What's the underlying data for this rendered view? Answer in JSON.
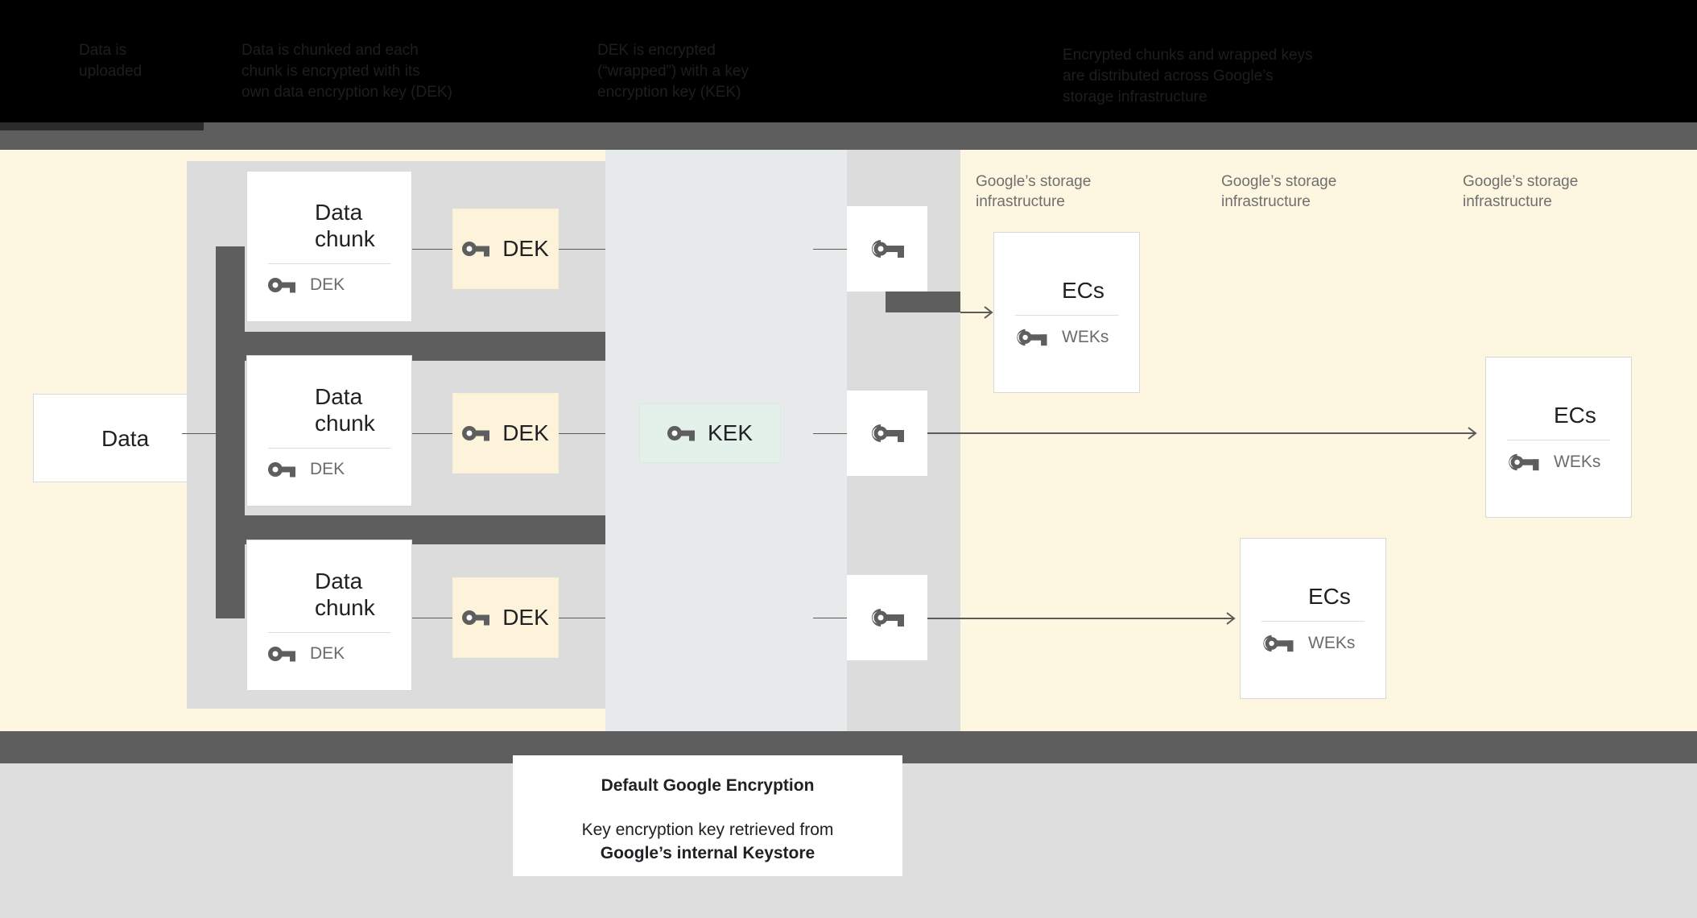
{
  "header": {
    "columns": [
      {
        "text": "Data is\nuploaded"
      },
      {
        "text": "Data is chunked and each\nchunk is encrypted with its\nown data encryption key (DEK)"
      },
      {
        "text": "DEK is encrypted\n(“wrapped”) with a key\nencryption key (KEK)"
      },
      {
        "text": "Encrypted chunks and wrapped keys\nare distributed across Google’s\nstorage infrastructure"
      }
    ]
  },
  "diagram": {
    "source_card": {
      "title": "Data",
      "icon": "server-stack-icon"
    },
    "chunk_cards": [
      {
        "title": "Data\nchunk",
        "sub": "DEK",
        "icon": "server-stack-icon",
        "key_icon": "key-icon"
      },
      {
        "title": "Data\nchunk",
        "sub": "DEK",
        "icon": "server-stack-icon",
        "key_icon": "key-icon"
      },
      {
        "title": "Data\nchunk",
        "sub": "DEK",
        "icon": "server-stack-icon",
        "key_icon": "key-icon"
      }
    ],
    "dek_chips": [
      {
        "label": "DEK",
        "icon": "key-icon"
      },
      {
        "label": "DEK",
        "icon": "key-icon"
      },
      {
        "label": "DEK",
        "icon": "key-icon"
      }
    ],
    "kek_chip": {
      "label": "KEK",
      "icon": "key-icon"
    },
    "wrapped_key_tiles": [
      {
        "icon": "wrapped-key-icon"
      },
      {
        "icon": "wrapped-key-icon"
      },
      {
        "icon": "wrapped-key-icon"
      }
    ],
    "storage_labels": [
      {
        "text": "Google’s storage\ninfrastructure"
      },
      {
        "text": "Google’s storage\ninfrastructure"
      },
      {
        "text": "Google’s storage\ninfrastructure"
      }
    ],
    "ec_cards": [
      {
        "title": "ECs",
        "sub": "WEKs",
        "icon": "server-stack-icon",
        "key_icon": "wrapped-key-icon"
      },
      {
        "title": "ECs",
        "sub": "WEKs",
        "icon": "server-stack-icon",
        "key_icon": "wrapped-key-icon"
      },
      {
        "title": "ECs",
        "sub": "WEKs",
        "icon": "server-stack-icon",
        "key_icon": "wrapped-key-icon"
      }
    ]
  },
  "caption": {
    "title": "Default Google Encryption",
    "line1": "Key encryption key retrieved from",
    "line2": "Google’s internal Keystore"
  },
  "colors": {
    "cream": "#FDF6E0",
    "mid_gray": "#E6EAEA",
    "dek_yellow": "#FDF3DA",
    "kek_green": "#E4F0EA",
    "connector_gray": "#5e5e5e",
    "lane_gray": "#DCDCDC",
    "footer_gray": "#DEDEDE"
  }
}
